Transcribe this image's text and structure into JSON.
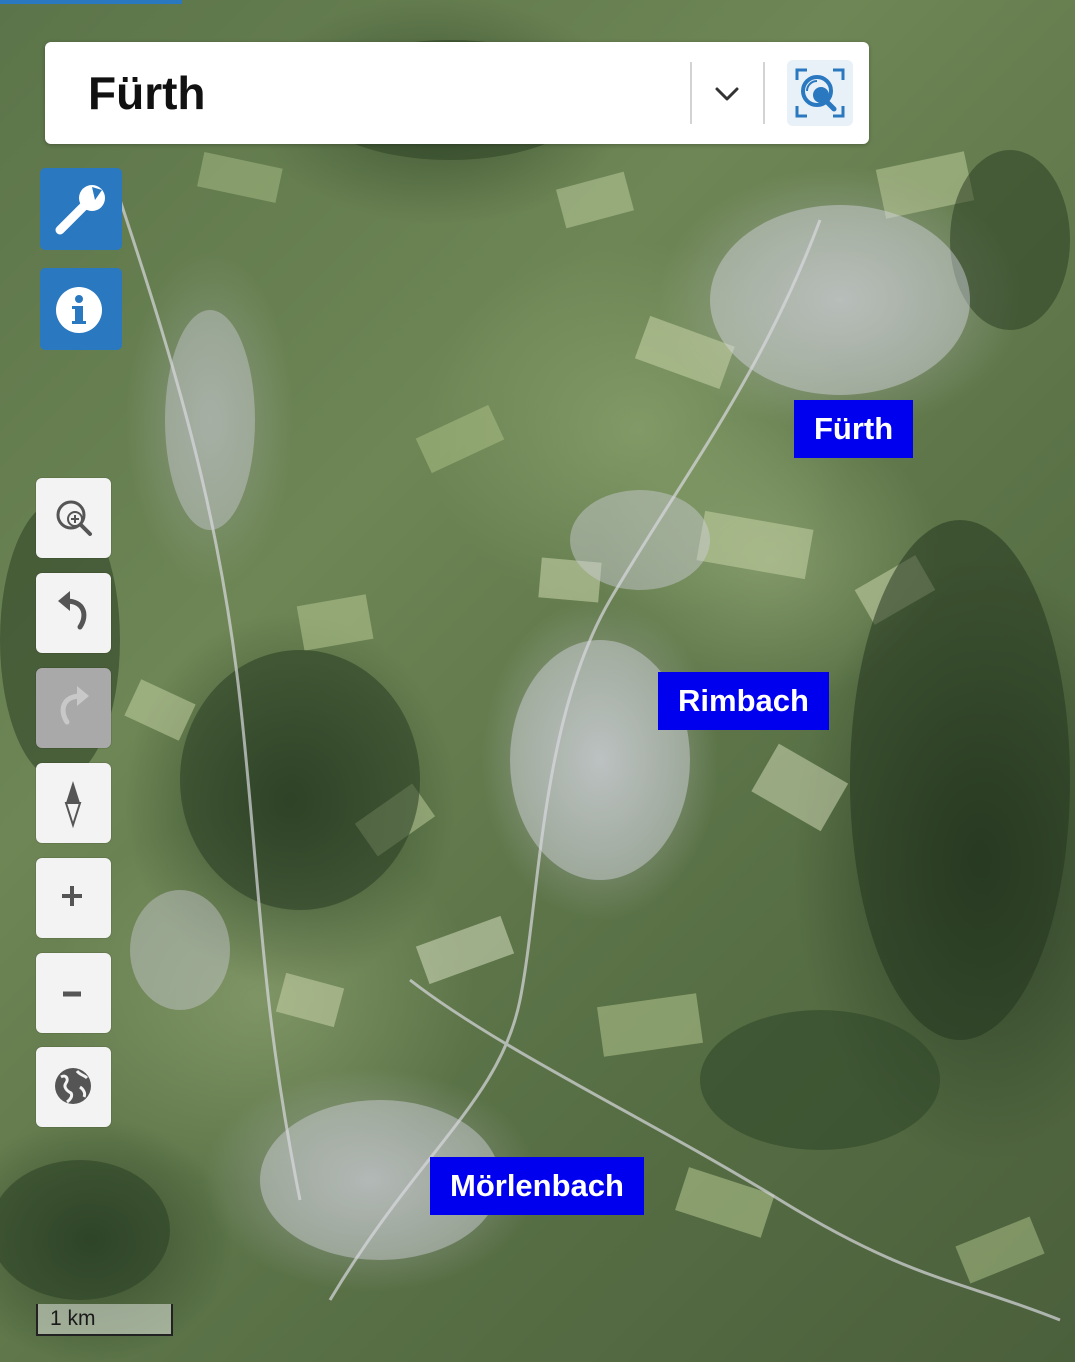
{
  "search": {
    "value": "Fürth",
    "dropdown_icon": "chevron-down-icon",
    "search_icon": "zoom-search-icon"
  },
  "tools": {
    "tools_icon": "wrench-icon",
    "info_icon": "info-icon"
  },
  "controls": [
    {
      "name": "zoom-extent-button",
      "icon": "zoom-extent-icon"
    },
    {
      "name": "undo-view-button",
      "icon": "undo-icon"
    },
    {
      "name": "redo-view-button",
      "icon": "redo-icon",
      "disabled": true
    },
    {
      "name": "compass-button",
      "icon": "compass-icon"
    },
    {
      "name": "zoom-in-button",
      "icon": "plus-icon"
    },
    {
      "name": "zoom-out-button",
      "icon": "minus-icon"
    },
    {
      "name": "basemap-button",
      "icon": "globe-icon"
    }
  ],
  "places": [
    {
      "label": "Fürth"
    },
    {
      "label": "Rimbach"
    },
    {
      "label": "Mörlenbach"
    }
  ],
  "scale": {
    "label": "1 km"
  },
  "colors": {
    "accent": "#2a78c0",
    "label_bg": "#0000ee"
  }
}
